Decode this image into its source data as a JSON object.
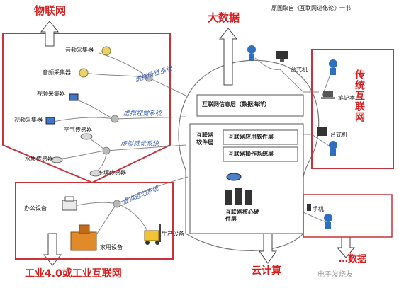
{
  "source_note": "原图取自《互联网进化论》一书",
  "headings": {
    "iot": "物联网",
    "big_data": "大数据",
    "traditional_internet": "传统互联网",
    "industry": "工业4.0或工业互联网",
    "cloud": "云计算",
    "partial_bottom_right": "…数据"
  },
  "left_devices": {
    "audio1": "音频采集器",
    "audio2": "音频采集器",
    "video1": "视频采集器",
    "video2": "视频采集器",
    "air": "空气传感器",
    "water": "水质传感器",
    "soil": "土壤传感器"
  },
  "industry_devices": {
    "office": "办公设备",
    "home": "家用设备",
    "production": "生产设备"
  },
  "virtual_systems": {
    "hearing": "虚拟听觉系统",
    "vision": "虚拟视觉系统",
    "sense": "虚拟感觉系统",
    "motion": "虚拟运动系统"
  },
  "core": {
    "info_layer": "互联网信息层（数据海洋）",
    "software_layer": "互联网软件层",
    "app_layer": "互联网应用软件层",
    "os_layer": "互联网操作系统层",
    "hardware_layer": "互联网核心硬件层"
  },
  "right_devices": {
    "desktop1": "台式机",
    "laptop": "笔记本",
    "desktop2": "台式机",
    "phone": "手机"
  },
  "watermark": "电子发烧友",
  "colors": {
    "red": "#c8323a",
    "blue": "#3a5fb0"
  }
}
